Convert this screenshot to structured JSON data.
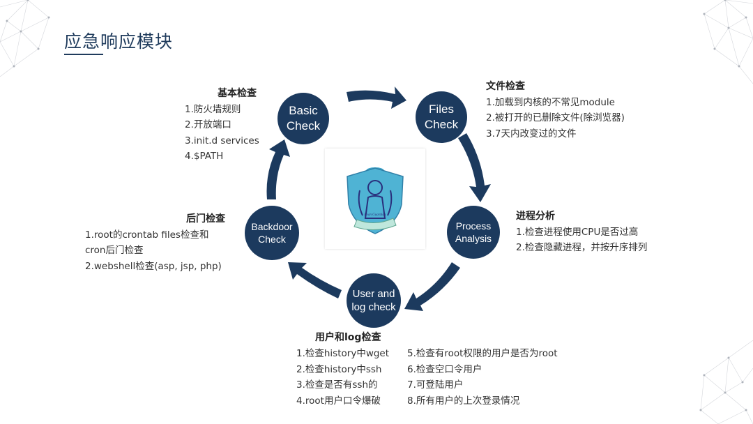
{
  "title": "应急响应模块",
  "nodes": {
    "basic": "Basic\nCheck",
    "files": "Files\nCheck",
    "process": "Process\nAnalysis",
    "user": "User and\nlog check",
    "backdoor": "Backdoor\nCheck"
  },
  "basic_check": {
    "heading": "基本检查",
    "items": [
      "1.防火墙规则",
      "2.开放端口",
      "3.init.d services",
      "4.$PATH"
    ]
  },
  "files_check": {
    "heading": "文件检查",
    "items": [
      "1.加载到内核的不常见module",
      "2.被打开的已删除文件(除浏览器)",
      "3.7天内改变过的文件"
    ]
  },
  "process_analysis": {
    "heading": "进程分析",
    "items": [
      "1.检查进程使用CPU是否过高",
      "2.检查隐藏进程，并按升序排列"
    ]
  },
  "backdoor_check": {
    "heading": "后门检查",
    "items": [
      "1.root的crontab files检查和",
      "cron后门检查",
      "2.webshell检查(asp, jsp, php)"
    ]
  },
  "user_log_check": {
    "heading": "用户和log检查",
    "left_items": [
      "1.检查history中wget",
      "2.检查history中ssh",
      "3.检查是否有ssh的",
      "4.root用户口令爆破"
    ],
    "right_items": [
      "5.检查有root权限的用户是否为root",
      "6.检查空口令用户",
      "7.可登陆用户",
      "8.所有用户的上次登录情况"
    ]
  },
  "logo": {
    "text": "Evan Guardian"
  },
  "colors": {
    "node": "#1c3a5e",
    "title": "#1f3b5c"
  }
}
